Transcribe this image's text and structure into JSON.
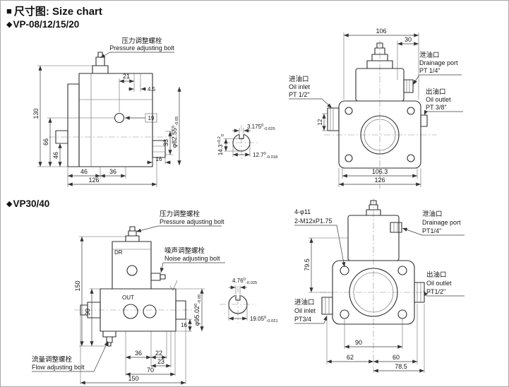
{
  "meta": {
    "colors": {
      "line": "#2e2e2e",
      "background": "#ffffff"
    }
  },
  "header": {
    "bullet": "■",
    "title": "尺寸图: Size chart"
  },
  "sections": {
    "vp08": {
      "bullet": "◆",
      "label": "VP-08/12/15/20"
    },
    "vp30": {
      "bullet": "◆",
      "label": "VP30/40"
    }
  },
  "vp08": {
    "labels": {
      "pressure_cn": "压力调整螺栓",
      "pressure_en": "Pressure adjusting bolt",
      "drain_cn": "泄油口",
      "drain_en": "Drainage port",
      "drain_pt": "PT 1/4\"",
      "inlet_cn": "进油口",
      "inlet_en": "Oil inlet",
      "inlet_pt": "PT 1/2\"",
      "outlet_cn": "出油口",
      "outlet_en": "Oil outlet",
      "outlet_pt": "PT 3/8\""
    },
    "dims": {
      "h130": "130",
      "h66": "66",
      "h46": "46",
      "w21": "21",
      "w45": "4.5",
      "box19": "19",
      "h33": "33",
      "w16": "16",
      "b46": "46",
      "b36": "36",
      "b126": "126",
      "t106": "106",
      "t30": "30",
      "l12": "12",
      "b1063": "106.3",
      "b126r": "126"
    },
    "shaft": {
      "dia": "φ82.55",
      "dia_hi": "0",
      "dia_lo": "-0.05",
      "key_h": "14.3",
      "key_h_hi": "+0.2",
      "key_h_lo": "0",
      "key_w": "3.175",
      "key_w_hi": "0",
      "key_w_lo": "-0.025",
      "flat": "12.7",
      "flat_hi": "0",
      "flat_lo": "-0.018"
    }
  },
  "vp30": {
    "labels": {
      "pressure_cn": "压力调整螺栓",
      "pressure_en": "Pressure adjusting bolt",
      "noise_cn": "噪声调整螺栓",
      "noise_en": "Noise adjusting bolt",
      "flow_cn": "流量调整螺栓",
      "flow_en": "Flow adjusting bolt",
      "dr": "DR",
      "out": "OUT",
      "holes": "4-φ11",
      "thread": "2-M12xP1.75",
      "drain_cn": "泄油口",
      "drain_en": "Drainage port",
      "drain_pt": "PT1/4\"",
      "outlet_cn": "出油口",
      "outlet_en": "Oil outlet",
      "outlet_pt": "PT1/2\"",
      "inlet_cn": "进油口",
      "inlet_en": "Oil inlet",
      "inlet_pt": "PT3/4"
    },
    "dims": {
      "h150": "150",
      "h90": "90",
      "b36": "36",
      "b22": "22",
      "b23": "23",
      "b70": "70",
      "b150": "150",
      "r16": "16",
      "h795": "79.5",
      "b90": "90",
      "b62": "62",
      "b60": "60",
      "b785": "78.5"
    },
    "shaft": {
      "pilot": "φ95.02",
      "pilot_hi": "0",
      "pilot_lo": "-0.05",
      "key_w": "4.76",
      "key_w_hi": "0",
      "key_w_lo": "-0.025",
      "dia": "19.05",
      "dia_hi": "0",
      "dia_lo": "-0.021"
    }
  }
}
